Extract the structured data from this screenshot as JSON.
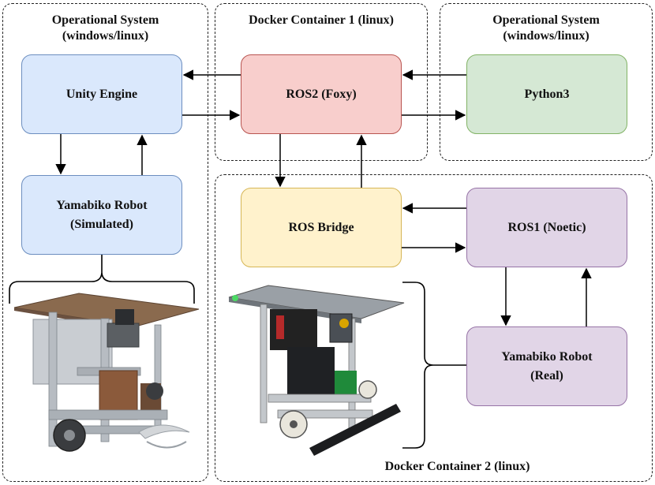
{
  "groups": {
    "os_left": {
      "title_line1": "Operational System",
      "title_line2": "(windows/linux)"
    },
    "docker1": {
      "title": "Docker Container 1 (linux)"
    },
    "os_right": {
      "title_line1": "Operational System",
      "title_line2": "(windows/linux)"
    },
    "docker2": {
      "title": "Docker Container 2 (linux)"
    }
  },
  "nodes": {
    "unity": {
      "label": "Unity Engine",
      "color": "#dae8fc"
    },
    "yamabiko_sim": {
      "label_line1": "Yamabiko Robot",
      "label_line2": "(Simulated)",
      "color": "#dae8fc"
    },
    "ros2": {
      "label": "ROS2 (Foxy)",
      "color": "#f8cecc"
    },
    "python3": {
      "label": "Python3",
      "color": "#d5e8d4"
    },
    "ros_bridge": {
      "label": "ROS Bridge",
      "color": "#fff2cc"
    },
    "ros1": {
      "label": "ROS1 (Noetic)",
      "color": "#e1d5e7"
    },
    "yamabiko_real": {
      "label_line1": "Yamabiko Robot",
      "label_line2": "(Real)",
      "color": "#e1d5e7"
    }
  },
  "images": {
    "simulated_robot": {
      "icon": "simulated-robot-render"
    },
    "real_robot": {
      "icon": "real-robot-photo"
    }
  }
}
